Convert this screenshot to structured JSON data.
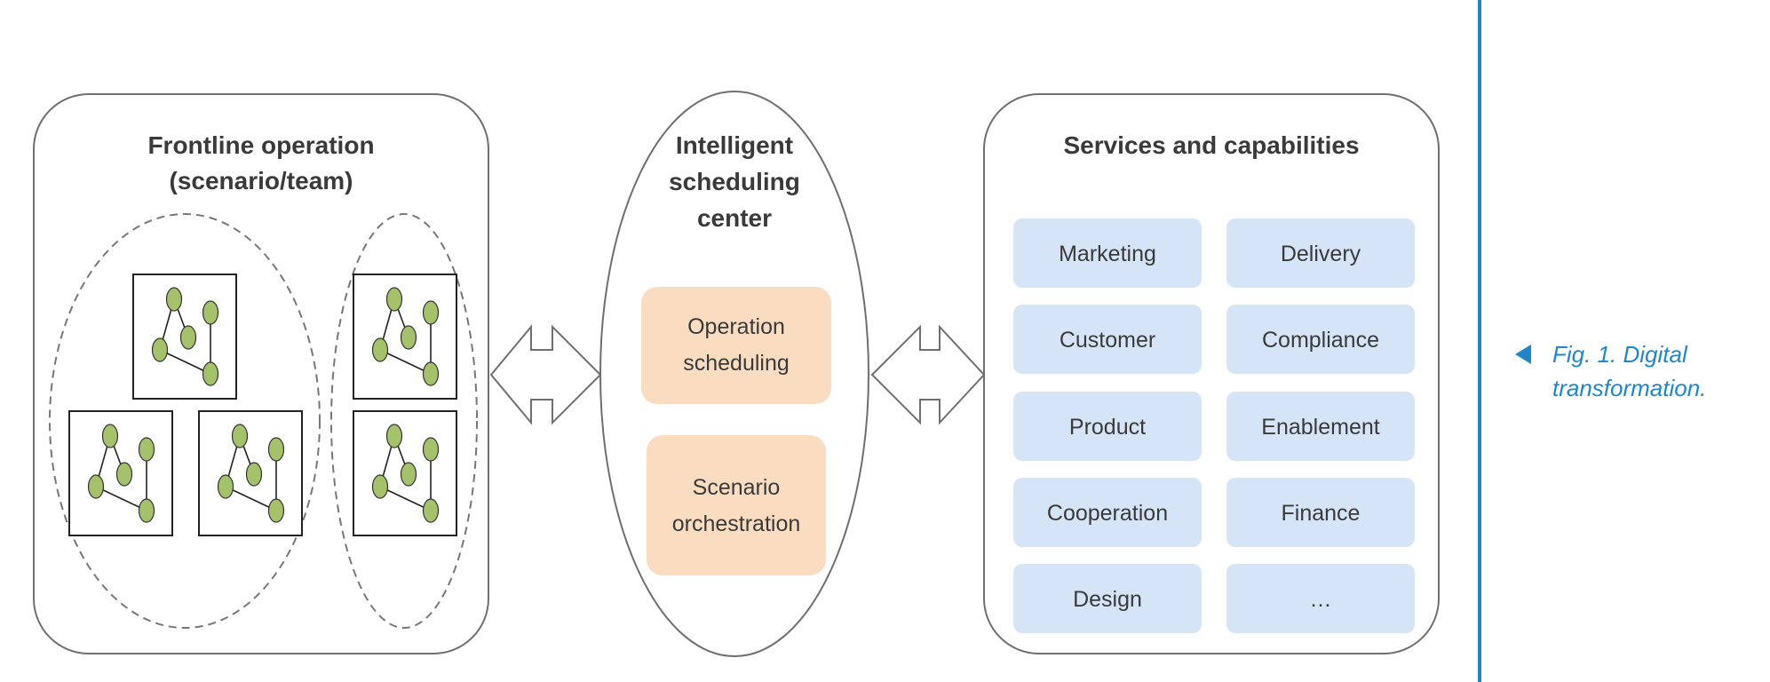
{
  "frontline": {
    "title_line1": "Frontline operation",
    "title_line2": "(scenario/team)"
  },
  "center": {
    "title_line1": "Intelligent",
    "title_line2": "scheduling",
    "title_line3": "center",
    "box1_line1": "Operation",
    "box1_line2": "scheduling",
    "box2_line1": "Scenario",
    "box2_line2": "orchestration"
  },
  "services": {
    "title": "Services and capabilities",
    "items": [
      "Marketing",
      "Delivery",
      "Customer",
      "Compliance",
      "Product",
      "Enablement",
      "Cooperation",
      "Finance",
      "Design",
      "…"
    ]
  },
  "caption": {
    "line1": "Fig. 1. Digital",
    "line2": "transformation."
  },
  "colors": {
    "node_fill": "#a4c26a",
    "pill_blue": "#d5e5f7",
    "box_orange": "#fadcc0",
    "accent_blue": "#1f87c9"
  }
}
